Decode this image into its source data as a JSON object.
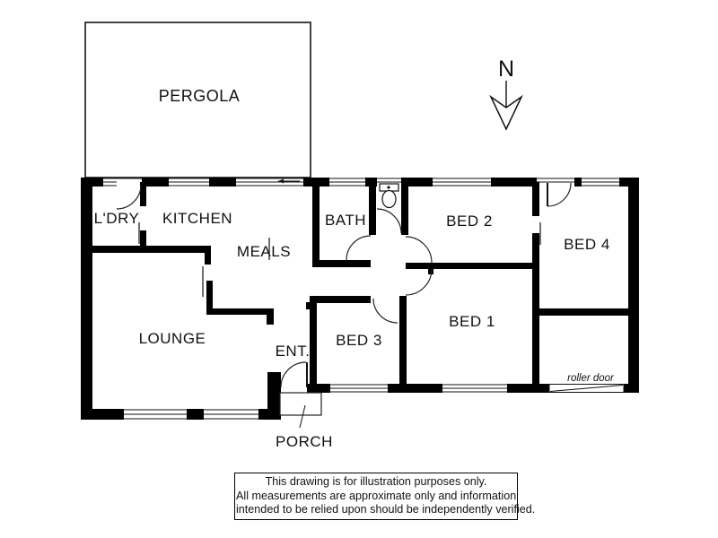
{
  "rooms": {
    "pergola": "PERGOLA",
    "laundry": "L'DRY",
    "kitchen": "KITCHEN",
    "meals": "MEALS",
    "bath": "BATH",
    "bed2": "BED 2",
    "bed4": "BED 4",
    "lounge": "LOUNGE",
    "entry": "ENT.",
    "bed3": "BED 3",
    "bed1": "BED 1",
    "porch": "PORCH"
  },
  "annotations": {
    "roller_door": "roller door",
    "north": "N"
  },
  "disclaimer": {
    "line1": "This drawing is for illustration purposes only.",
    "line2": "All measurements are approximate only and information",
    "line3": "intended to be relied upon should be independently verified."
  },
  "colors": {
    "wall": "#000000",
    "background": "#ffffff"
  }
}
